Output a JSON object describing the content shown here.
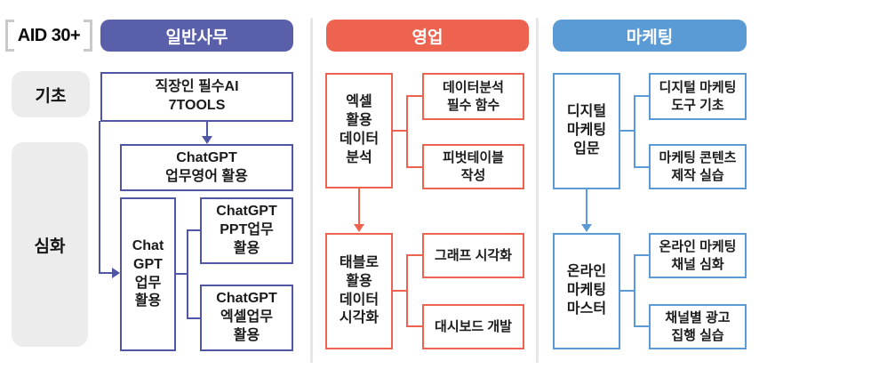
{
  "program": {
    "label": "AID 30+"
  },
  "levels": {
    "basic": "기초",
    "advanced": "심화"
  },
  "colors": {
    "office": "#5a5fa9",
    "sales": "#ee6350",
    "marketing": "#5b9bd5",
    "level_badge_bg": "#ececec",
    "divider": "#e6e6e6"
  },
  "columns": [
    {
      "id": "office",
      "title": "일반사무",
      "nodes": [
        {
          "id": "essential-ai-7tools",
          "lines": [
            "직장인 필수AI",
            "7TOOLS"
          ]
        },
        {
          "id": "chatgpt-business-english",
          "lines": [
            "ChatGPT",
            "업무영어 활용"
          ]
        },
        {
          "id": "chatgpt-work",
          "lines": [
            "Chat",
            "GPT",
            "업무",
            "활용"
          ]
        },
        {
          "id": "chatgpt-ppt",
          "lines": [
            "ChatGPT",
            "PPT업무",
            "활용"
          ]
        },
        {
          "id": "chatgpt-excel",
          "lines": [
            "ChatGPT",
            "엑셀업무",
            "활용"
          ]
        }
      ]
    },
    {
      "id": "sales",
      "title": "영업",
      "nodes": [
        {
          "id": "excel-data-analysis",
          "lines": [
            "엑셀",
            "활용",
            "데이터",
            "분석"
          ]
        },
        {
          "id": "analysis-functions",
          "lines": [
            "데이터분석",
            "필수 함수"
          ]
        },
        {
          "id": "pivot-table",
          "lines": [
            "피벗테이블",
            "작성"
          ]
        },
        {
          "id": "tableau-data-viz",
          "lines": [
            "태블로",
            "활용",
            "데이터",
            "시각화"
          ]
        },
        {
          "id": "graph-visualization",
          "lines": [
            "그래프 시각화"
          ]
        },
        {
          "id": "dashboard-dev",
          "lines": [
            "대시보드 개발"
          ]
        }
      ]
    },
    {
      "id": "marketing",
      "title": "마케팅",
      "nodes": [
        {
          "id": "digital-marketing-intro",
          "lines": [
            "디지털",
            "마케팅",
            "입문"
          ]
        },
        {
          "id": "digital-marketing-tools",
          "lines": [
            "디지털 마케팅",
            "도구 기초"
          ]
        },
        {
          "id": "marketing-content",
          "lines": [
            "마케팅 콘텐츠",
            "제작 실습"
          ]
        },
        {
          "id": "online-marketing-master",
          "lines": [
            "온라인",
            "마케팅",
            "마스터"
          ]
        },
        {
          "id": "online-channel-advanced",
          "lines": [
            "온라인 마케팅",
            "채널 심화"
          ]
        },
        {
          "id": "channel-ad-practice",
          "lines": [
            "채널별 광고",
            "집행 실습"
          ]
        }
      ]
    }
  ]
}
